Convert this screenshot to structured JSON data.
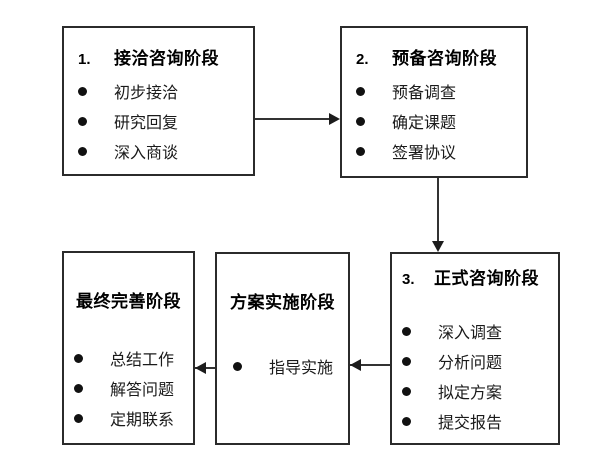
{
  "diagram": {
    "type": "flowchart",
    "title": "",
    "boxes": [
      {
        "id": "stage-1",
        "number": "1.",
        "title": "接洽咨询阶段",
        "title_align": "left-indent",
        "items": [
          "初步接洽",
          "研究回复",
          "深入商谈"
        ]
      },
      {
        "id": "stage-2",
        "number": "2.",
        "title": "预备咨询阶段",
        "title_align": "left-indent",
        "items": [
          "预备调查",
          "确定课题",
          "签署协议"
        ]
      },
      {
        "id": "stage-3",
        "number": "3.",
        "title": "正式咨询阶段",
        "title_align": "left-indent",
        "items": [
          "深入调查",
          "分析问题",
          "拟定方案",
          "提交报告"
        ]
      },
      {
        "id": "stage-4",
        "number": "",
        "title": "方案实施阶段",
        "title_align": "center",
        "items": [
          "指导实施"
        ]
      },
      {
        "id": "stage-5",
        "number": "",
        "title": "最终完善阶段",
        "title_align": "center",
        "items": [
          "总结工作",
          "解答问题",
          "定期联系"
        ]
      }
    ],
    "connectors": [
      {
        "id": "c1",
        "from": "stage-1",
        "to": "stage-2",
        "direction": "right"
      },
      {
        "id": "c2",
        "from": "stage-2",
        "to": "stage-3",
        "direction": "down"
      },
      {
        "id": "c3",
        "from": "stage-3",
        "to": "stage-4",
        "direction": "left"
      },
      {
        "id": "c4",
        "from": "stage-4",
        "to": "stage-5",
        "direction": "left"
      }
    ],
    "colors": {
      "border": "#2b2b2b",
      "arrow": "#333333",
      "text": "#000000",
      "bullet": "#111111",
      "background": "#ffffff"
    }
  }
}
